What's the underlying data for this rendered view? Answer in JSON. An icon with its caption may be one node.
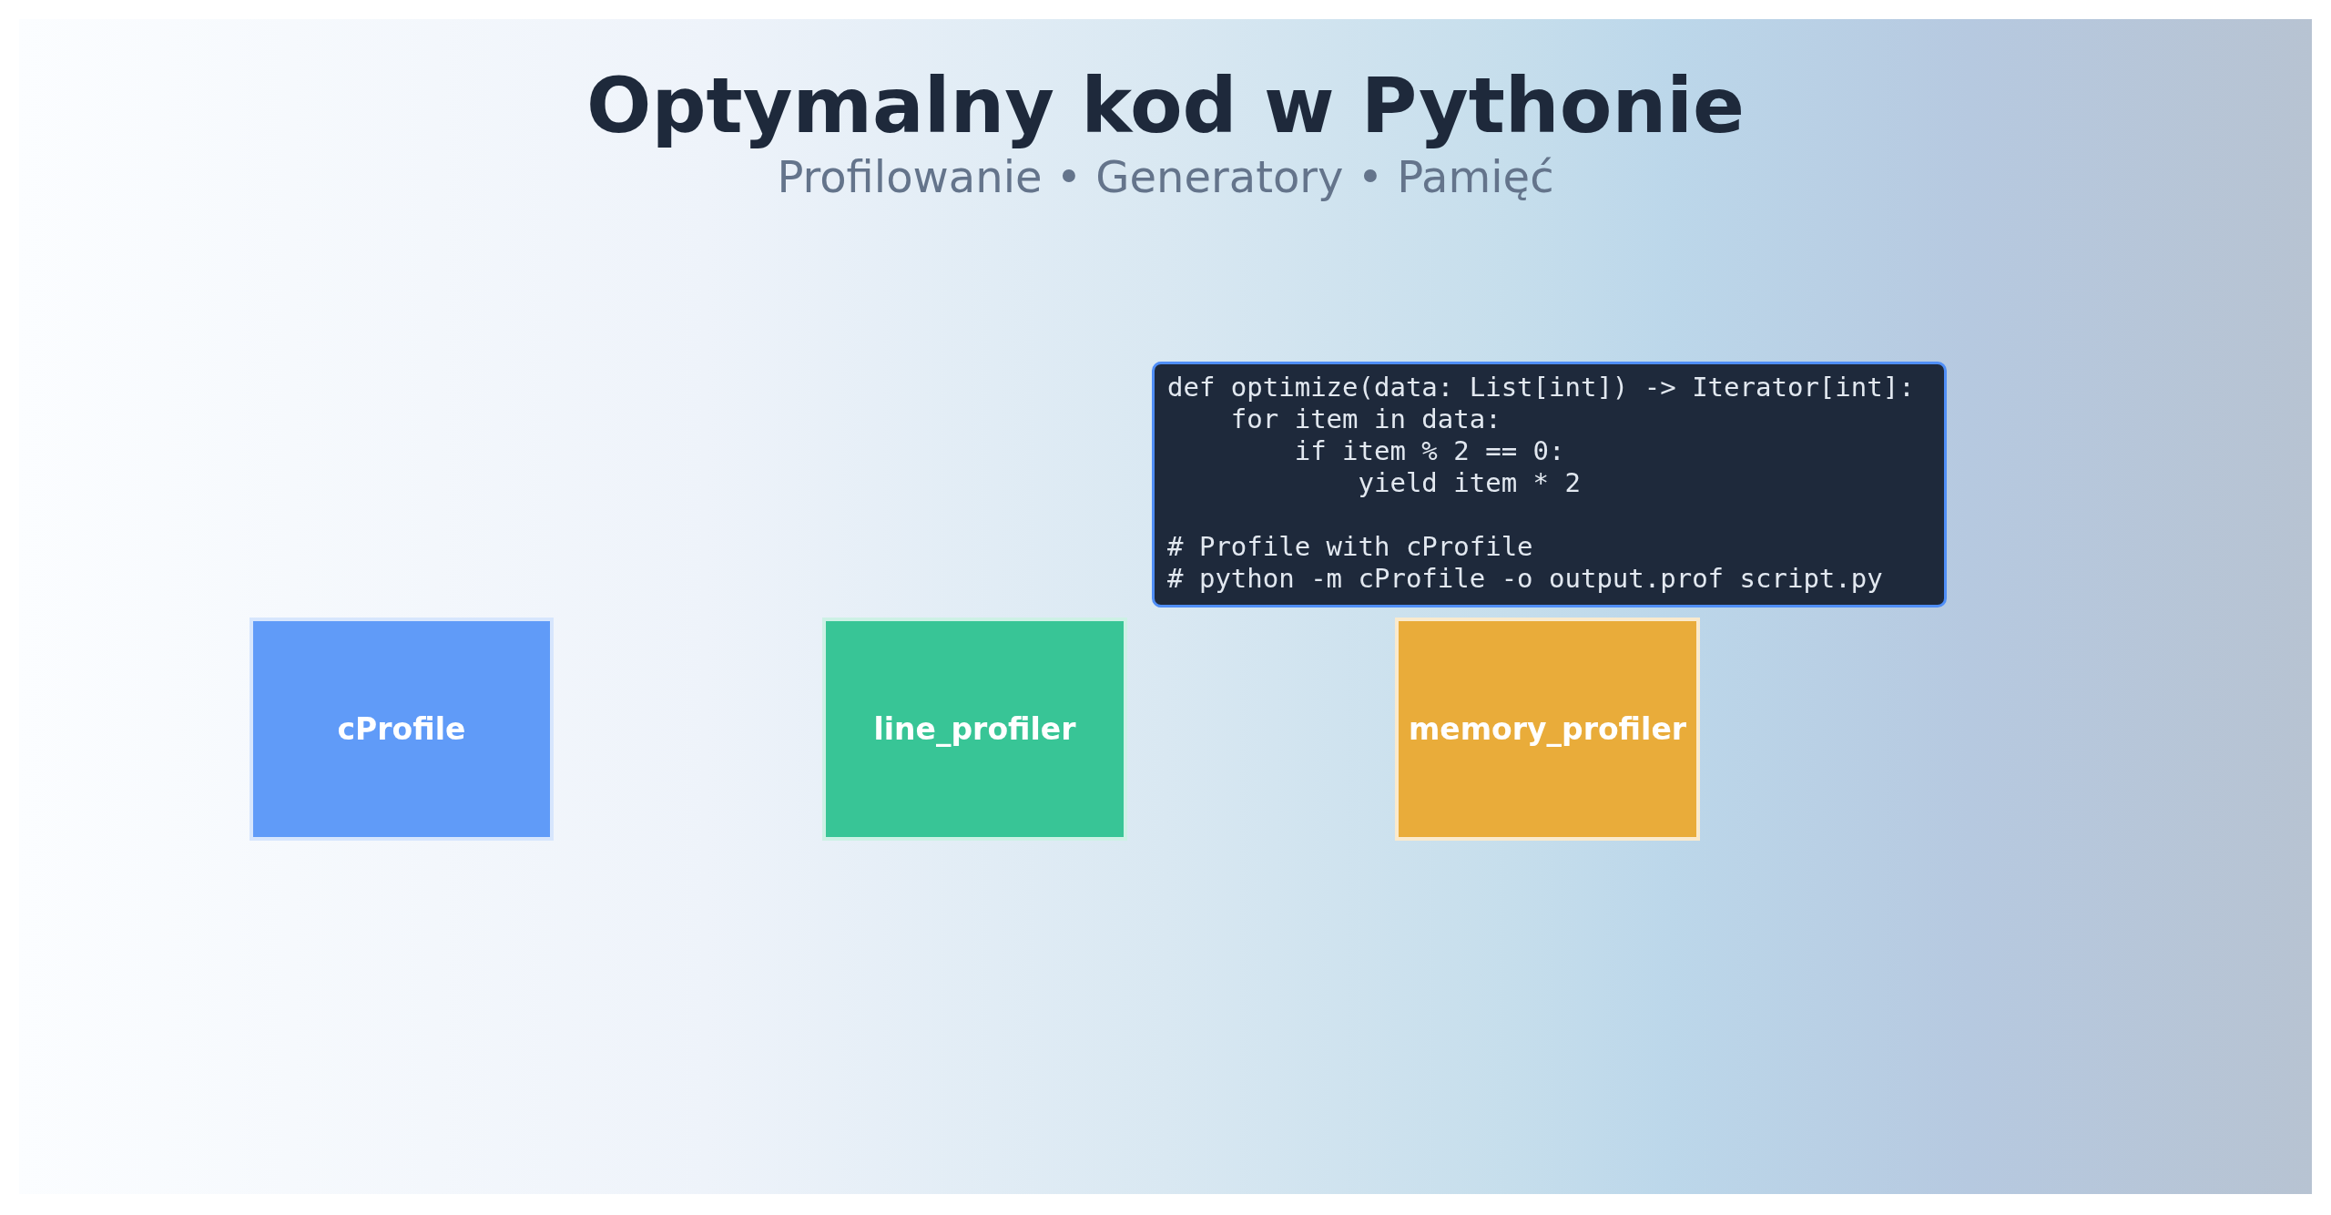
{
  "diagram": {
    "title": "Optymalny kod w Pythonie",
    "caption": "Profilowanie • Generatory • Pamięć",
    "nodes": [
      {
        "text": [
          "cProfile"
        ]
      },
      {
        "text": [
          "line_profiler"
        ]
      },
      {
        "text": [
          "memory_profiler"
        ]
      },
      {
        "text": [
          "def optimize(data: List[int]) -> Iterator[int]:",
          "    for item in data:",
          "        if item % 2 == 0:",
          "            yield item * 2",
          "# Profile with cProfile",
          "# python -m cProfile -o output.prof script.py"
        ]
      }
    ]
  }
}
